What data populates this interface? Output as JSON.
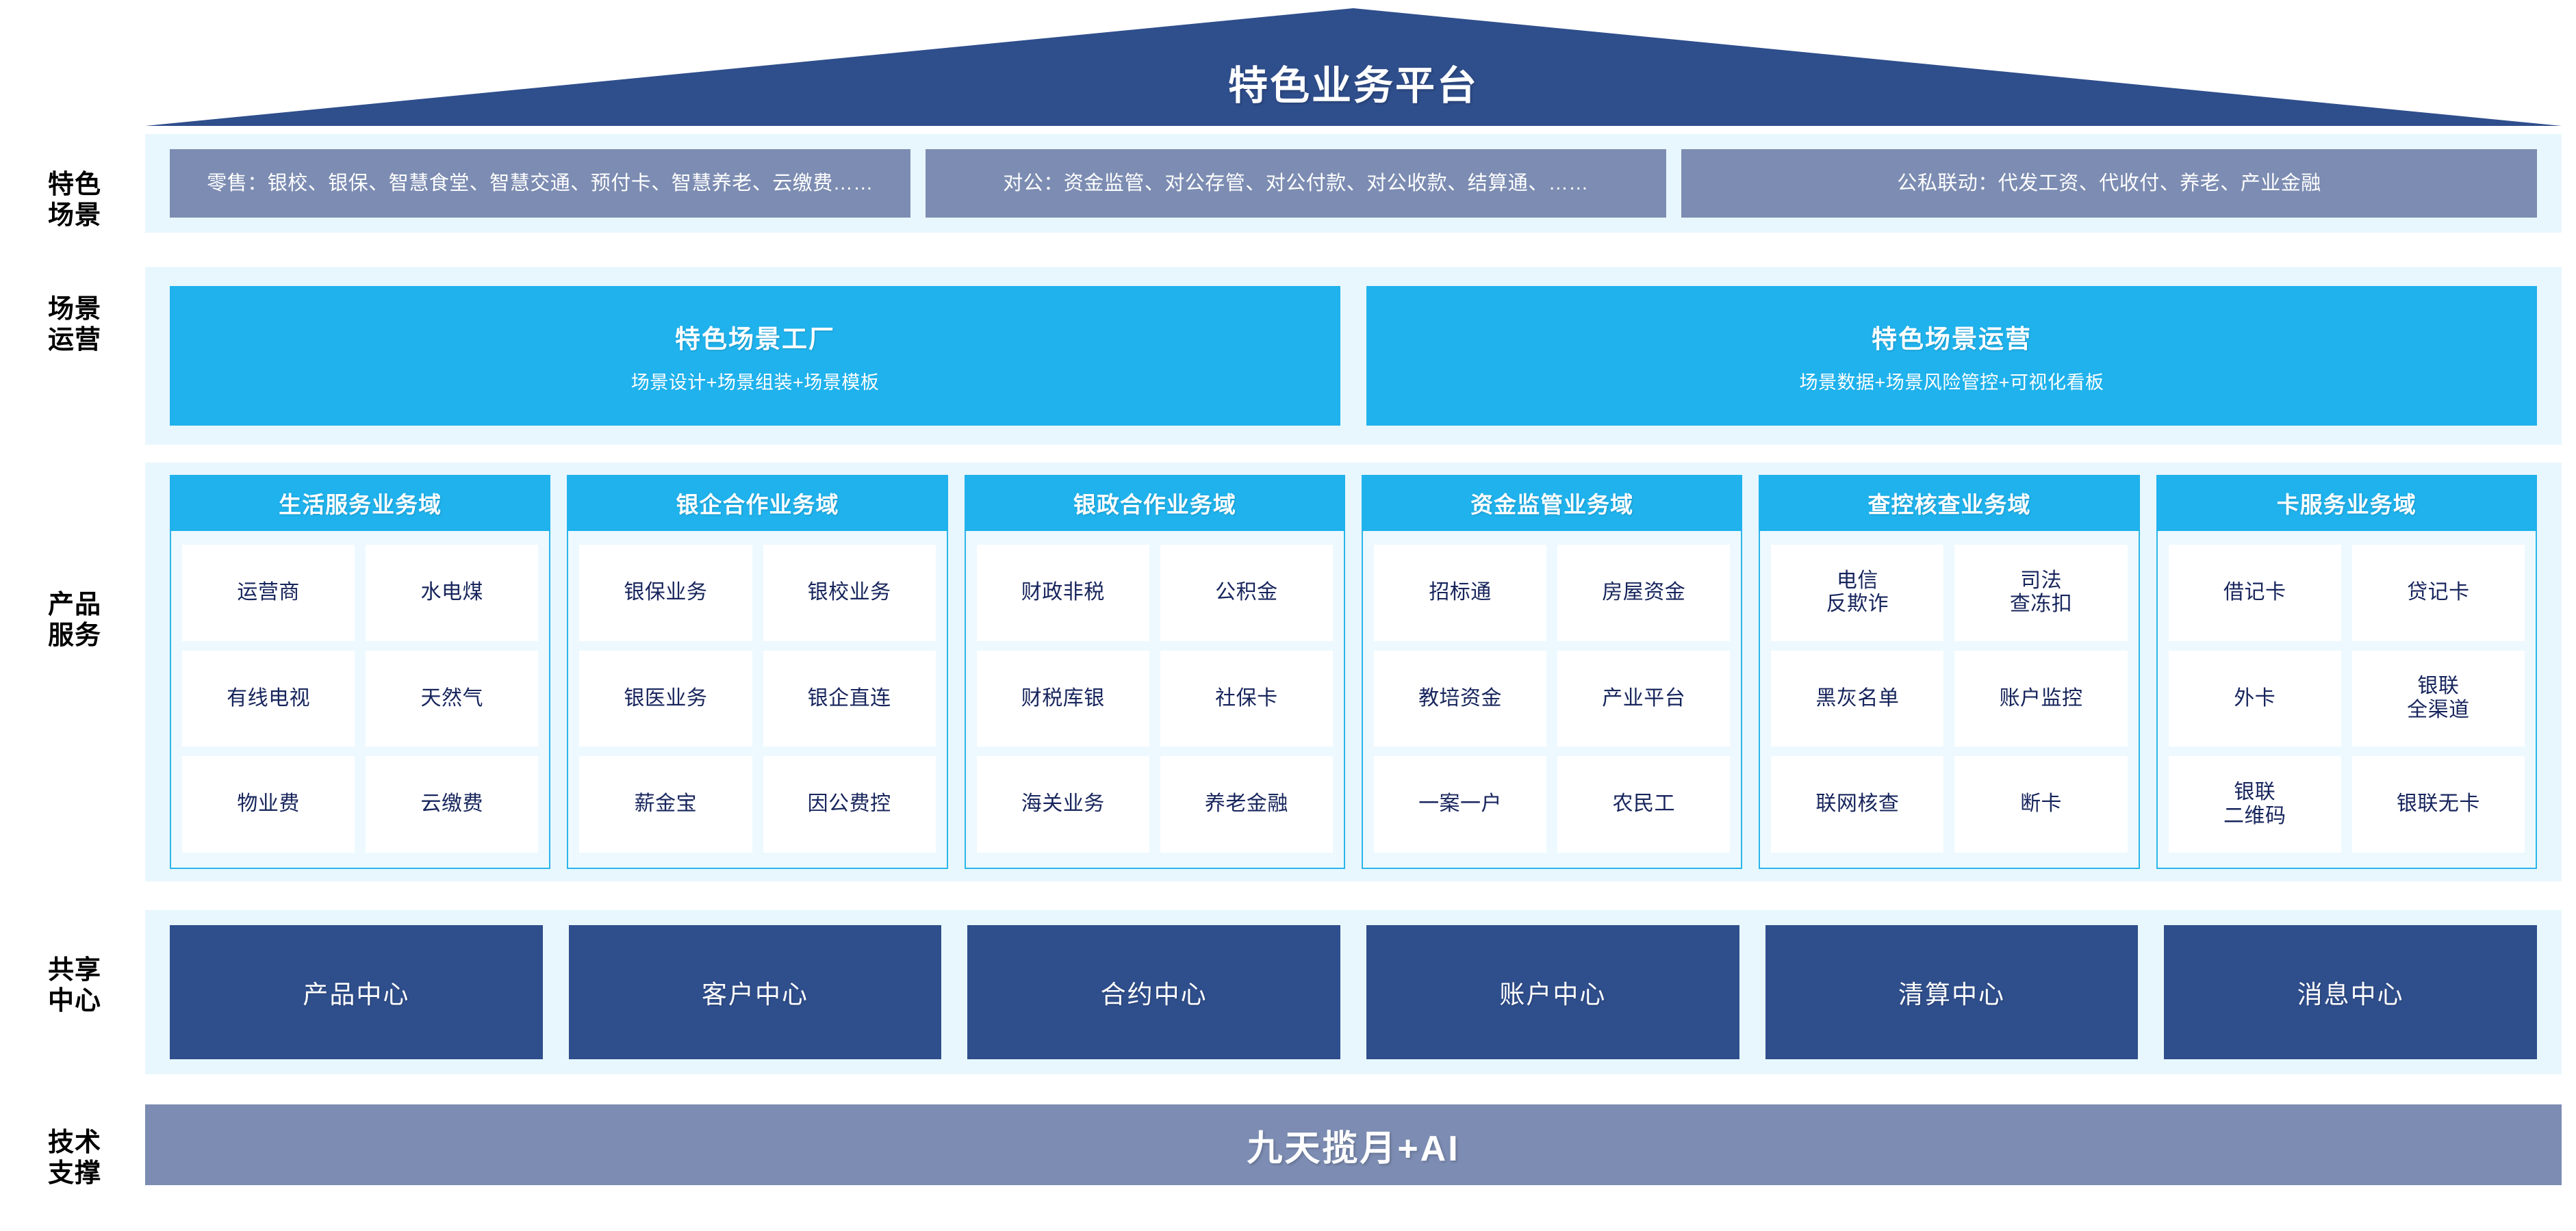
{
  "header": {
    "title": "特色业务平台",
    "roof_color": "#2f4e8c"
  },
  "row_labels": {
    "scenarios": "特色\n场景",
    "operations": "场景\n运营",
    "products": "产品\n服务",
    "shared_centers": "共享\n中心",
    "tech_support": "技术\n支撑"
  },
  "scenarios": {
    "cards": [
      {
        "text": "零售：银校、银保、智慧食堂、智慧交通、预付卡、智慧养老、云缴费……"
      },
      {
        "text": "对公：资金监管、对公存管、对公付款、对公收款、结算通、……"
      },
      {
        "text": "公私联动：代发工资、代收付、养老、产业金融"
      }
    ],
    "card_color": "#7c8cb2"
  },
  "operations": {
    "cards": [
      {
        "title": "特色场景工厂",
        "subtitle": "场景设计+场景组装+场景模板"
      },
      {
        "title": "特色场景运营",
        "subtitle": "场景数据+场景风险管控+可视化看板"
      }
    ],
    "card_color": "#1fb2ec"
  },
  "product_domains": {
    "header_color": "#1fb2ec",
    "columns": [
      {
        "title": "生活服务业务域",
        "rows": [
          [
            "运营商",
            "水电煤"
          ],
          [
            "有线电视",
            "天然气"
          ],
          [
            "物业费",
            "云缴费"
          ]
        ]
      },
      {
        "title": "银企合作业务域",
        "rows": [
          [
            "银保业务",
            "银校业务"
          ],
          [
            "银医业务",
            "银企直连"
          ],
          [
            "薪金宝",
            "因公费控"
          ]
        ]
      },
      {
        "title": "银政合作业务域",
        "rows": [
          [
            "财政非税",
            "公积金"
          ],
          [
            "财税库银",
            "社保卡"
          ],
          [
            "海关业务",
            "养老金融"
          ]
        ]
      },
      {
        "title": "资金监管业务域",
        "rows": [
          [
            "招标通",
            "房屋资金"
          ],
          [
            "教培资金",
            "产业平台"
          ],
          [
            "一案一户",
            "农民工"
          ]
        ]
      },
      {
        "title": "查控核查业务域",
        "rows": [
          [
            "电信\n反欺诈",
            "司法\n查冻扣"
          ],
          [
            "黑灰名单",
            "账户监控"
          ],
          [
            "联网核查",
            "断卡"
          ]
        ]
      },
      {
        "title": "卡服务业务域",
        "rows": [
          [
            "借记卡",
            "贷记卡"
          ],
          [
            "外卡",
            "银联\n全渠道"
          ],
          [
            "银联\n二维码",
            "银联无卡"
          ]
        ]
      }
    ]
  },
  "shared_centers": {
    "card_color": "#2f4e8c",
    "items": [
      "产品中心",
      "客户中心",
      "合约中心",
      "账户中心",
      "清算中心",
      "消息中心"
    ]
  },
  "tech_support": {
    "label": "九天揽月+AI",
    "bar_color": "#7c8cb2"
  }
}
